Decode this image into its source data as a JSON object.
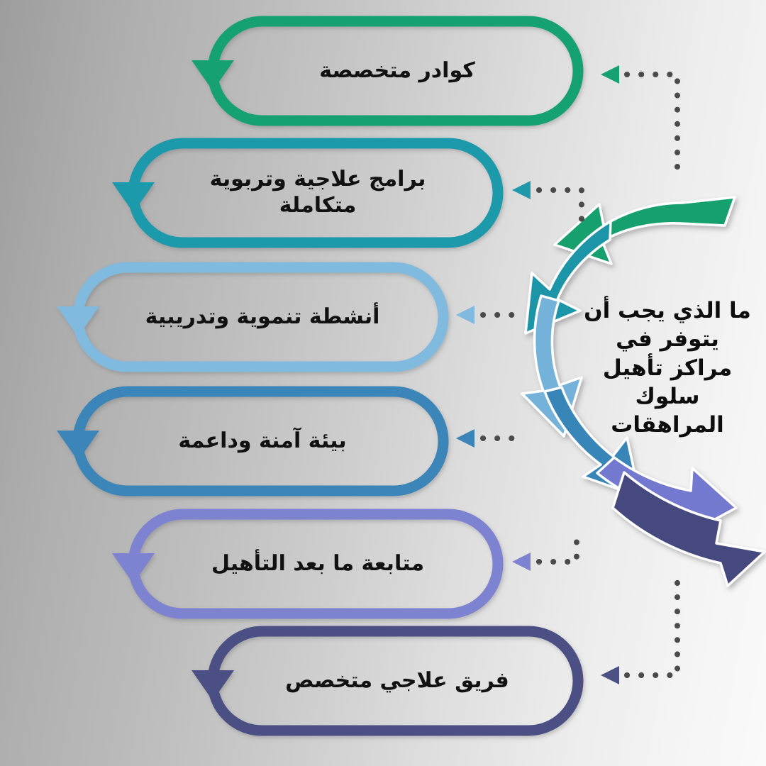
{
  "background": {
    "gradient_from": "#9d9d9d",
    "gradient_to": "#fafafa"
  },
  "center": {
    "title": "ما الذي يجب أن\nيتوفر في\nمراكز تأهيل\nسلوك\nالمراهقات"
  },
  "items": [
    {
      "id": "kawader",
      "label": "كوادر متخصصة",
      "color": "#15a172",
      "lines": 1
    },
    {
      "id": "baramej",
      "label": "برامج علاجية وتربوية\nمتكاملة",
      "color": "#1e9aab",
      "lines": 2
    },
    {
      "id": "anshita",
      "label": "أنشطة تنموية وتدريبية",
      "color": "#80bade",
      "lines": 1
    },
    {
      "id": "biaa",
      "label": "بيئة آمنة وداعمة",
      "color": "#3b85b8",
      "lines": 1
    },
    {
      "id": "mutabaa",
      "label": "متابعة ما بعد التأهيل",
      "color": "#7d82d1",
      "lines": 1
    },
    {
      "id": "fareeq",
      "label": "فريق علاجي متخصص",
      "color": "#4c5084",
      "lines": 1
    }
  ],
  "connector": {
    "dot_color": "#4b4b4b"
  }
}
